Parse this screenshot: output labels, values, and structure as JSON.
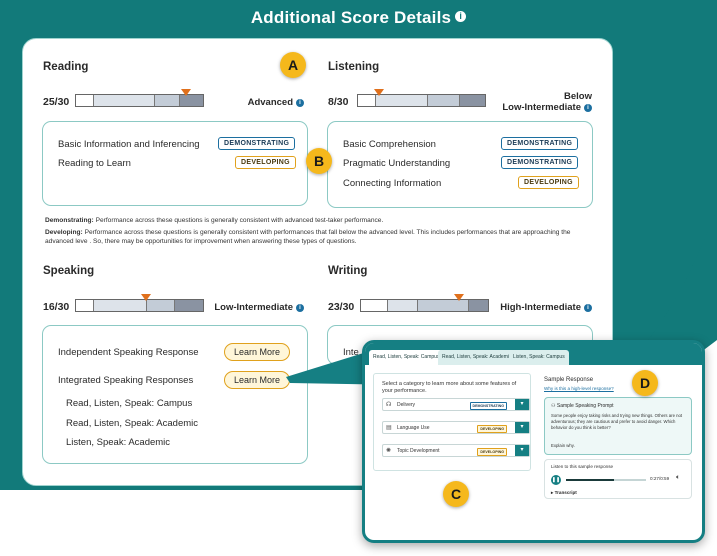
{
  "page_title": "Additional Score Details",
  "colors": {
    "teal": "#127a7a",
    "orange_marker": "#e0701c",
    "demonstrating": "#1c6fa0",
    "developing": "#e0a11c",
    "callout": "#f5b81c"
  },
  "callouts": {
    "a": "A",
    "b": "B",
    "c": "C",
    "d": "D"
  },
  "reading": {
    "title": "Reading",
    "score": "25/30",
    "level": "Advanced",
    "marker_fraction": 0.86,
    "skills": [
      {
        "name": "Basic Information and Inferencing",
        "status": "DEMONSTRATING"
      },
      {
        "name": "Reading to Learn",
        "status": "DEVELOPING"
      }
    ]
  },
  "listening": {
    "title": "Listening",
    "score": "8/30",
    "level_line1": "Below",
    "level_line2": "Low-Intermediate",
    "marker_fraction": 0.17,
    "skills": [
      {
        "name": "Basic Comprehension",
        "status": "DEMONSTRATING"
      },
      {
        "name": "Pragmatic Understanding",
        "status": "DEMONSTRATING"
      },
      {
        "name": "Connecting Information",
        "status": "DEVELOPING"
      }
    ]
  },
  "notes": {
    "demonstrating_label": "Demonstrating:",
    "demonstrating_text": "Performance across these questions is generally consistent with advanced test-taker performance.",
    "developing_label": "Developing:",
    "developing_text": "Performance across these questions is generally consistent with performances that fall below the advanced level. This includes performances that are approaching the advanced leve . So, there may be opportunities for improvement when answering these types of questions."
  },
  "speaking": {
    "title": "Speaking",
    "score": "16/30",
    "level": "Low-Intermediate",
    "marker_fraction": 0.55,
    "independent": "Independent Speaking Response",
    "integrated": "Integrated Speaking Responses",
    "learn_more": "Learn More",
    "sub_items": [
      "Read, Listen, Speak: Campus",
      "Read, Listen, Speak: Academic",
      "Listen, Speak: Academic"
    ]
  },
  "writing": {
    "title": "Writing",
    "score": "23/30",
    "level": "High-Intermediate",
    "marker_fraction": 0.77,
    "partial_label": "Inte"
  },
  "popup": {
    "tabs": [
      "Read, Listen, Speak: Campus",
      "Read, Listen, Speak: Academic",
      "Listen, Speak: Campus"
    ],
    "left_title": "Select a category to learn more about some features of your performance.",
    "categories": [
      {
        "icon": "speech-icon",
        "name": "Delivery",
        "status": "DEMONSTRATING"
      },
      {
        "icon": "book-icon",
        "name": "Language Use",
        "status": "DEVELOPING"
      },
      {
        "icon": "lightbulb-icon",
        "name": "Topic Development",
        "status": "DEVELOPING"
      }
    ],
    "sample_title": "Sample Response",
    "sample_link": "Why is this a high-level response?",
    "prompt_head": "Sample Speaking Prompt",
    "prompt_text": "Some people enjoy taking risks and trying new things. Others are not adventurous; they are cautious and prefer to avoid danger. Which behavior do you think is better?",
    "prompt_explain": "Explain why.",
    "audio_label": "Listen to this sample response",
    "audio_progress": 0.6,
    "audio_time": "0:27/0:59",
    "transcript": "Transcript"
  }
}
